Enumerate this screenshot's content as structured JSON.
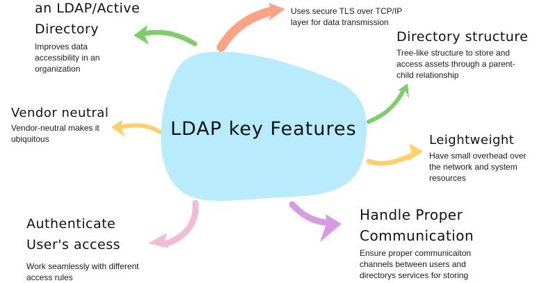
{
  "center": {
    "label": "LDAP key Features",
    "fill": "#b8ebfb"
  },
  "features": {
    "directory_access": {
      "title_line1": "an LDAP/Active",
      "title_line2": "Directory",
      "desc_lines": [
        "Improves data",
        "accessibility in an",
        "organization"
      ],
      "arrow_color": "#7ccf68"
    },
    "secure": {
      "desc_lines": [
        "Uses secure TLS over TCP/IP",
        "layer for data transmission"
      ],
      "arrow_color": "#fba384"
    },
    "directory_structure": {
      "title": "Directory structure",
      "desc_lines": [
        "Tree-like structure to store and",
        "access assets through a parent-",
        "child relationship"
      ],
      "arrow_color": "#7ccf68"
    },
    "vendor_neutral": {
      "title": "Vendor neutral",
      "desc_lines": [
        "Vendor-neutral makes it",
        "ubiquitous"
      ],
      "arrow_color": "#fdd06a"
    },
    "lightweight": {
      "title": "Leightweight",
      "desc_lines": [
        "Have small overhead over",
        "the network and system",
        "resources"
      ],
      "arrow_color": "#fdd06a"
    },
    "authenticate": {
      "title_line1": "Authenticate",
      "title_line2": "User's access",
      "desc_lines": [
        "Work seamlessly with different",
        "access rules"
      ],
      "arrow_color": "#f2bcd9"
    },
    "communication": {
      "title_line1": "Handle Proper",
      "title_line2": "Communication",
      "desc_lines": [
        "Ensure proper communicaiton",
        "channels between users and",
        "directorys services for storing"
      ],
      "arrow_color": "#d89ae3"
    }
  }
}
